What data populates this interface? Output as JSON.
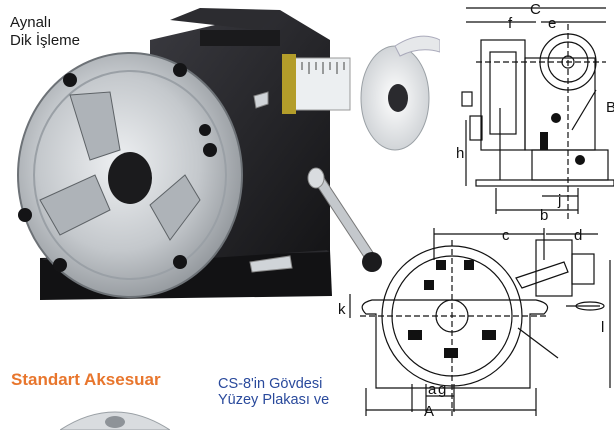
{
  "caption": {
    "line1": "Aynalı",
    "line2": "Dik İşleme"
  },
  "section": {
    "heading": "Standart Aksesuar"
  },
  "description": {
    "line1": "CS-8'in Gövdesi",
    "line2": "Yüzey Plakası ve"
  },
  "dimensions": {
    "top": {
      "C": "C",
      "f": "f",
      "e": "e",
      "h": "h",
      "j": "j",
      "b": "b",
      "B": "B"
    },
    "bottom": {
      "c": "c",
      "d": "d",
      "k": "k",
      "l": "l",
      "a": "a",
      "g": "g",
      "A": "A"
    }
  },
  "colors": {
    "heading": "#e8762d",
    "description": "#2a4a9c",
    "body_dark": "#1e1e22",
    "chuck": "#c9ccd0"
  }
}
